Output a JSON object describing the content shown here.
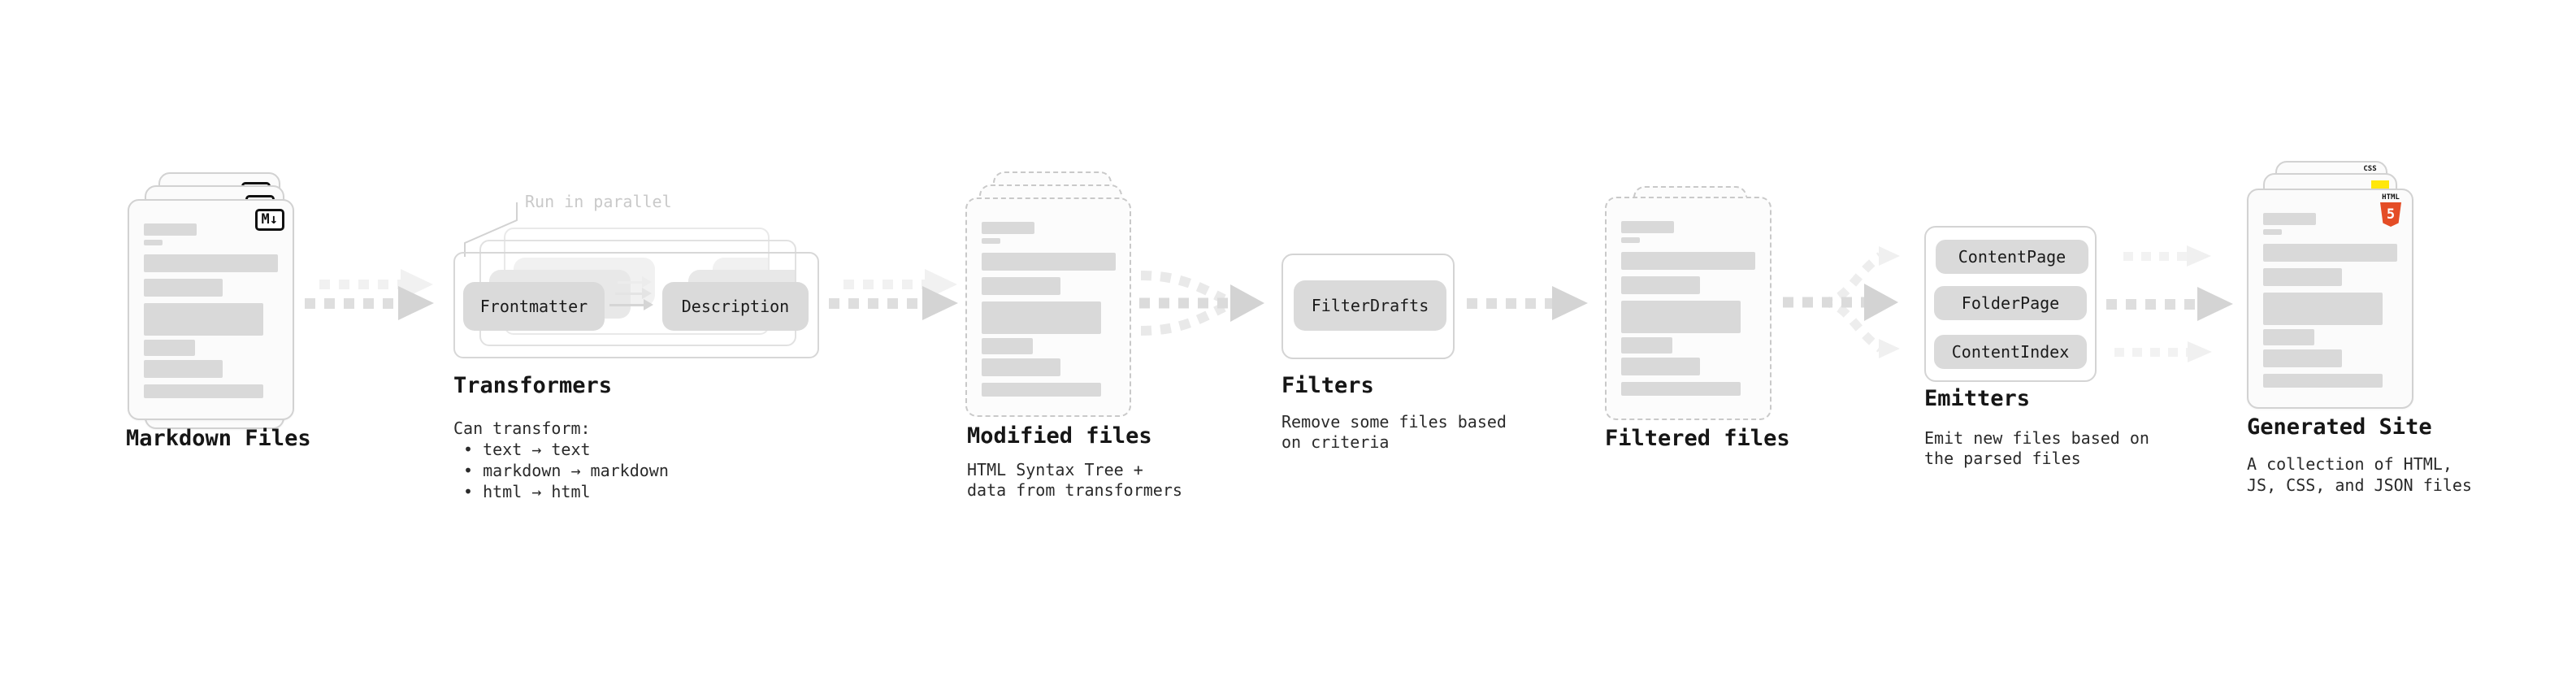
{
  "colors": {
    "bar_gray": "#d9d9d9",
    "pill_gray": "#dadada",
    "arrow_gray": "#d4d4d4",
    "html5_orange": "#e44d26",
    "css_blue": "#2f6ae0",
    "js_yellow": "#ffe70a"
  },
  "stages": {
    "markdown": {
      "title": "Markdown Files",
      "file_icon": "M↓"
    },
    "transformers": {
      "title": "Transformers",
      "parallel_label": "Run in parallel",
      "pill_from": "Frontmatter",
      "pill_to": "Description",
      "caption": "Can transform:",
      "bullets": [
        "• text → text",
        "• markdown → markdown",
        "• html → html"
      ]
    },
    "modified": {
      "title": "Modified files",
      "caption_line1": "HTML Syntax Tree +",
      "caption_line2": "data from transformers"
    },
    "filters": {
      "title": "Filters",
      "pill": "FilterDrafts",
      "caption_line1": "Remove some files based",
      "caption_line2": "on criteria"
    },
    "filtered": {
      "title": "Filtered files"
    },
    "emitters": {
      "title": "Emitters",
      "pills": [
        "ContentPage",
        "FolderPage",
        "ContentIndex"
      ],
      "caption_line1": "Emit new files based on",
      "caption_line2": "the parsed files"
    },
    "generated": {
      "title": "Generated Site",
      "caption_line1": "A collection of HTML,",
      "caption_line2": "JS, CSS, and JSON files",
      "css_icon_label": "CSS",
      "html_icon_label": "HTML",
      "html_icon_number": "5"
    }
  }
}
